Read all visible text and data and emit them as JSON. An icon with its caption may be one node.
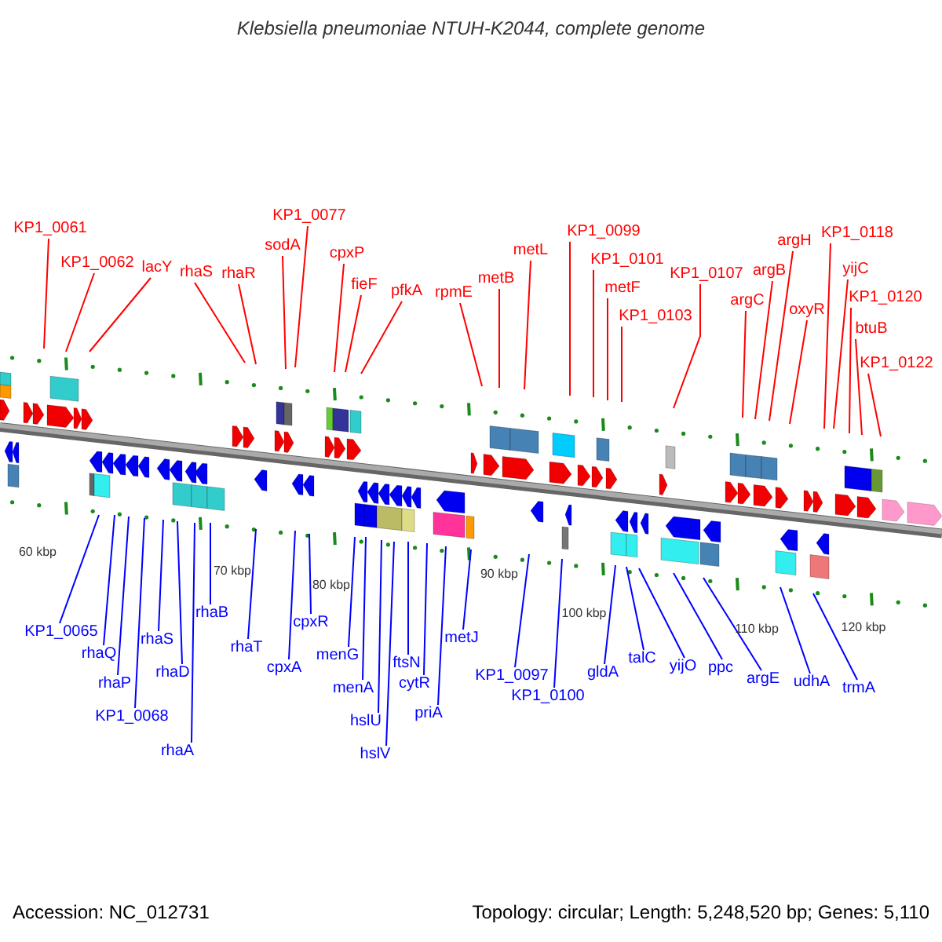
{
  "diagram": {
    "title": "Klebsiella pneumoniae NTUH-K2044, complete genome",
    "nodes": [
      {
        "text": [
          "KP1_0061"
        ]
      },
      {
        "text": [
          "KP1_0062"
        ]
      },
      {
        "text": [
          "lacY"
        ]
      },
      {
        "text": [
          "rhaS"
        ]
      },
      {
        "text": [
          "rhaR"
        ]
      },
      {
        "text": [
          "sodA"
        ]
      },
      {
        "text": [
          "KP1_0077"
        ]
      },
      {
        "text": [
          "cpxP"
        ]
      },
      {
        "text": [
          "fieF"
        ]
      },
      {
        "text": [
          "pfkA"
        ]
      },
      {
        "text": [
          "rpmE"
        ]
      },
      {
        "text": [
          "metB"
        ]
      },
      {
        "text": [
          "metL"
        ]
      },
      {
        "text": [
          "KP1_0099"
        ]
      },
      {
        "text": [
          "KP1_0101"
        ]
      },
      {
        "text": [
          "metF"
        ]
      },
      {
        "text": [
          "KP1_0103"
        ]
      },
      {
        "text": [
          "KP1_0107"
        ]
      },
      {
        "text": [
          "argC"
        ]
      },
      {
        "text": [
          "argB"
        ]
      },
      {
        "text": [
          "argH"
        ]
      },
      {
        "text": [
          "oxyR"
        ]
      },
      {
        "text": [
          "KP1_0118"
        ]
      },
      {
        "text": [
          "yijC"
        ]
      },
      {
        "text": [
          "KP1_0120"
        ]
      },
      {
        "text": [
          "btuB"
        ]
      },
      {
        "text": [
          "KP1_0122"
        ]
      },
      {
        "text": [
          "KP1_0065"
        ]
      },
      {
        "text": [
          "rhaQ"
        ]
      },
      {
        "text": [
          "rhaP"
        ]
      },
      {
        "text": [
          "KP1_0068"
        ]
      },
      {
        "text": [
          "rhaS"
        ]
      },
      {
        "text": [
          "rhaD"
        ]
      },
      {
        "text": [
          "rhaA"
        ]
      },
      {
        "text": [
          "rhaB"
        ]
      },
      {
        "text": [
          "rhaT"
        ]
      },
      {
        "text": [
          "cpxA"
        ]
      },
      {
        "text": [
          "cpxR"
        ]
      },
      {
        "text": [
          "menG"
        ]
      },
      {
        "text": [
          "menA"
        ]
      },
      {
        "text": [
          "hslU"
        ]
      },
      {
        "text": [
          "hslV"
        ]
      },
      {
        "text": [
          "ftsN"
        ]
      },
      {
        "text": [
          "cytR"
        ]
      },
      {
        "text": [
          "priA"
        ]
      },
      {
        "text": [
          "metJ"
        ]
      },
      {
        "text": [
          "KP1_0097"
        ]
      },
      {
        "text": [
          "KP1_0100"
        ]
      },
      {
        "text": [
          "gldA"
        ]
      },
      {
        "text": [
          "talC"
        ]
      },
      {
        "text": [
          "yijO"
        ]
      },
      {
        "text": [
          "ppc"
        ]
      },
      {
        "text": [
          "argE"
        ]
      },
      {
        "text": [
          "udhA"
        ]
      },
      {
        "text": [
          "trmA"
        ]
      }
    ],
    "edges": [
      {
        "from": 0,
        "to": null,
        "arrow": "none",
        "color": "#ff0000"
      },
      {
        "from": 1,
        "to": null,
        "arrow": "none",
        "color": "#ff0000"
      },
      {
        "from": 2,
        "to": null,
        "arrow": "none",
        "color": "#ff0000"
      },
      {
        "from": 3,
        "to": null,
        "arrow": "none",
        "color": "#ff0000"
      },
      {
        "from": 4,
        "to": null,
        "arrow": "none",
        "color": "#ff0000"
      },
      {
        "from": 5,
        "to": null,
        "arrow": "none",
        "color": "#ff0000"
      },
      {
        "from": 6,
        "to": null,
        "arrow": "none",
        "color": "#ff0000"
      },
      {
        "from": 7,
        "to": null,
        "arrow": "none",
        "color": "#ff0000"
      },
      {
        "from": 8,
        "to": null,
        "arrow": "none",
        "color": "#ff0000"
      },
      {
        "from": 9,
        "to": null,
        "arrow": "none",
        "color": "#ff0000"
      },
      {
        "from": 10,
        "to": null,
        "arrow": "none",
        "color": "#ff0000"
      },
      {
        "from": 11,
        "to": null,
        "arrow": "none",
        "color": "#ff0000"
      },
      {
        "from": 12,
        "to": null,
        "arrow": "none",
        "color": "#ff0000"
      },
      {
        "from": 13,
        "to": null,
        "arrow": "none",
        "color": "#ff0000"
      },
      {
        "from": 14,
        "to": null,
        "arrow": "none",
        "color": "#ff0000"
      },
      {
        "from": 15,
        "to": null,
        "arrow": "none",
        "color": "#ff0000"
      },
      {
        "from": 16,
        "to": null,
        "arrow": "none",
        "color": "#ff0000"
      },
      {
        "from": 17,
        "to": null,
        "arrow": "none",
        "color": "#ff0000"
      },
      {
        "from": 18,
        "to": null,
        "arrow": "none",
        "color": "#ff0000"
      },
      {
        "from": 19,
        "to": null,
        "arrow": "none",
        "color": "#ff0000"
      },
      {
        "from": 20,
        "to": null,
        "arrow": "none",
        "color": "#ff0000"
      },
      {
        "from": 21,
        "to": null,
        "arrow": "none",
        "color": "#ff0000"
      },
      {
        "from": 22,
        "to": null,
        "arrow": "none",
        "color": "#ff0000"
      },
      {
        "from": 23,
        "to": null,
        "arrow": "none",
        "color": "#ff0000"
      },
      {
        "from": 24,
        "to": null,
        "arrow": "none",
        "color": "#ff0000"
      },
      {
        "from": 25,
        "to": null,
        "arrow": "none",
        "color": "#ff0000"
      },
      {
        "from": 26,
        "to": null,
        "arrow": "none",
        "color": "#ff0000"
      },
      {
        "from": 27,
        "to": null,
        "arrow": "none"
      },
      {
        "from": 28,
        "to": null,
        "arrow": "none"
      },
      {
        "from": 29,
        "to": null,
        "arrow": "none"
      },
      {
        "from": 30,
        "to": null,
        "arrow": "none"
      },
      {
        "from": 31,
        "to": null,
        "arrow": "none"
      },
      {
        "from": 32,
        "to": null,
        "arrow": "none"
      },
      {
        "from": 33,
        "to": null,
        "arrow": "none"
      },
      {
        "from": 34,
        "to": null,
        "arrow": "none"
      },
      {
        "from": 35,
        "to": null,
        "arrow": "none"
      },
      {
        "from": 36,
        "to": null,
        "arrow": "none"
      },
      {
        "from": 37,
        "to": null,
        "arrow": "none"
      },
      {
        "from": 38,
        "to": null,
        "arrow": "none"
      },
      {
        "from": 39,
        "to": null,
        "arrow": "none"
      },
      {
        "from": 40,
        "to": null,
        "arrow": "none"
      },
      {
        "from": 41,
        "to": null,
        "arrow": "none"
      },
      {
        "from": 42,
        "to": null,
        "arrow": "none"
      },
      {
        "from": 43,
        "to": null,
        "arrow": "none"
      },
      {
        "from": 44,
        "to": null,
        "arrow": "none"
      },
      {
        "from": 45,
        "to": null,
        "arrow": "none"
      },
      {
        "from": 46,
        "to": null,
        "arrow": "none"
      },
      {
        "from": 47,
        "to": null,
        "arrow": "none"
      },
      {
        "from": 48,
        "to": null,
        "arrow": "none"
      },
      {
        "from": 49,
        "to": null,
        "arrow": "none"
      },
      {
        "from": 50,
        "to": null,
        "arrow": "none"
      },
      {
        "from": 51,
        "to": null,
        "arrow": "none"
      },
      {
        "from": 52,
        "to": null,
        "arrow": "none"
      },
      {
        "from": 53,
        "to": null,
        "arrow": "none"
      },
      {
        "from": 54,
        "to": null,
        "arrow": "none"
      }
    ],
    "labels": [
      "60 kbp",
      "70 kbp",
      "80 kbp",
      "90 kbp",
      "100 kbp",
      "110 kbp",
      "120 kbp",
      "Accession: NC_012731",
      "Topology: circular; Length: 5,248,520 bp; Genes: 5,110"
    ]
  }
}
